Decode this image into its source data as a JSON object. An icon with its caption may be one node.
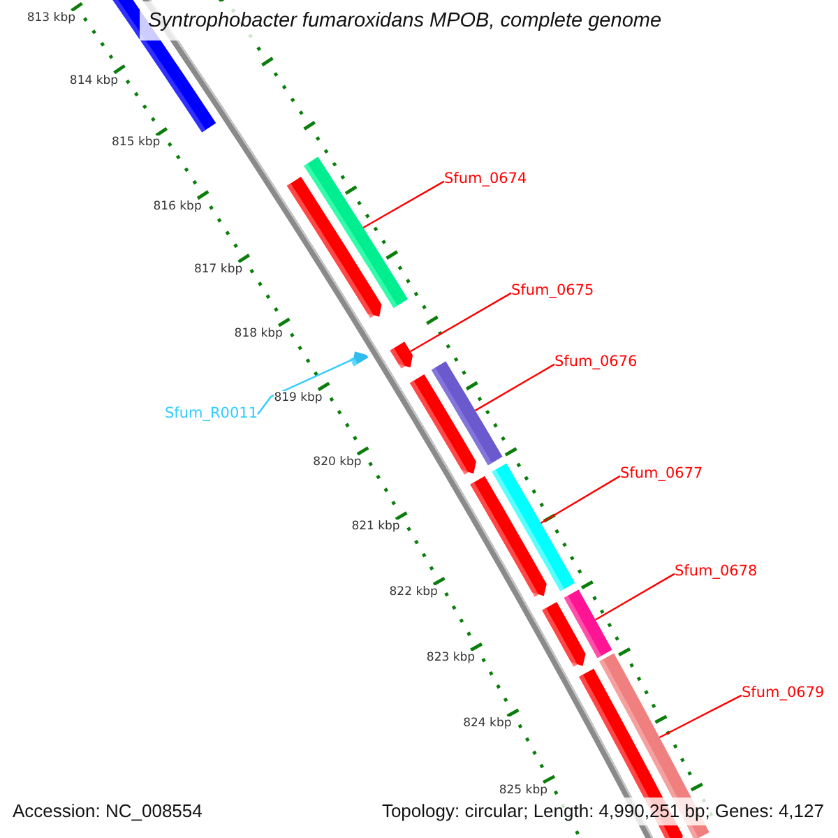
{
  "diagram": {
    "title": "Syntrophobacter fumaroxidans MPOB, complete genome",
    "nodes": [
      {
        "text": [
          "Sfum_0674"
        ]
      },
      {
        "text": [],
        "shape": "bar"
      },
      {
        "text": [
          "Sfum_0675"
        ]
      },
      {
        "text": [],
        "shape": "pentagon"
      },
      {
        "text": [
          "Sfum_0676"
        ]
      },
      {
        "text": [],
        "shape": "bar"
      },
      {
        "text": [
          "Sfum_R0011"
        ]
      },
      {
        "text": [],
        "shape": "triangle"
      },
      {
        "text": [
          "Sfum_0677"
        ]
      },
      {
        "text": [],
        "shape": "bar"
      },
      {
        "text": [
          "Sfum_0678"
        ]
      },
      {
        "text": [],
        "shape": "bar"
      },
      {
        "text": [
          "Sfum_0679"
        ]
      },
      {
        "text": [],
        "shape": "bar"
      }
    ],
    "edges": [
      {
        "from": 0,
        "to": 1,
        "arrow": "none"
      },
      {
        "from": 2,
        "to": 3,
        "arrow": "none"
      },
      {
        "from": 4,
        "to": 5,
        "arrow": "none"
      },
      {
        "from": 6,
        "to": 7,
        "arrow": "none",
        "color": "#33ccff"
      },
      {
        "from": 8,
        "to": 9,
        "arrow": "none"
      },
      {
        "from": 10,
        "to": 11,
        "arrow": "none"
      },
      {
        "from": 12,
        "to": 13,
        "arrow": "none"
      }
    ],
    "labels": [
      "813 kbp",
      "814 kbp",
      "815 kbp",
      "816 kbp",
      "817 kbp",
      "818 kbp",
      "819 kbp",
      "820 kbp",
      "821 kbp",
      "822 kbp",
      "823 kbp",
      "824 kbp",
      "825 kbp",
      "Accession: NC_008554",
      "Topology: circular; Length: 4,990,251 bp; Genes: 4,127"
    ]
  }
}
